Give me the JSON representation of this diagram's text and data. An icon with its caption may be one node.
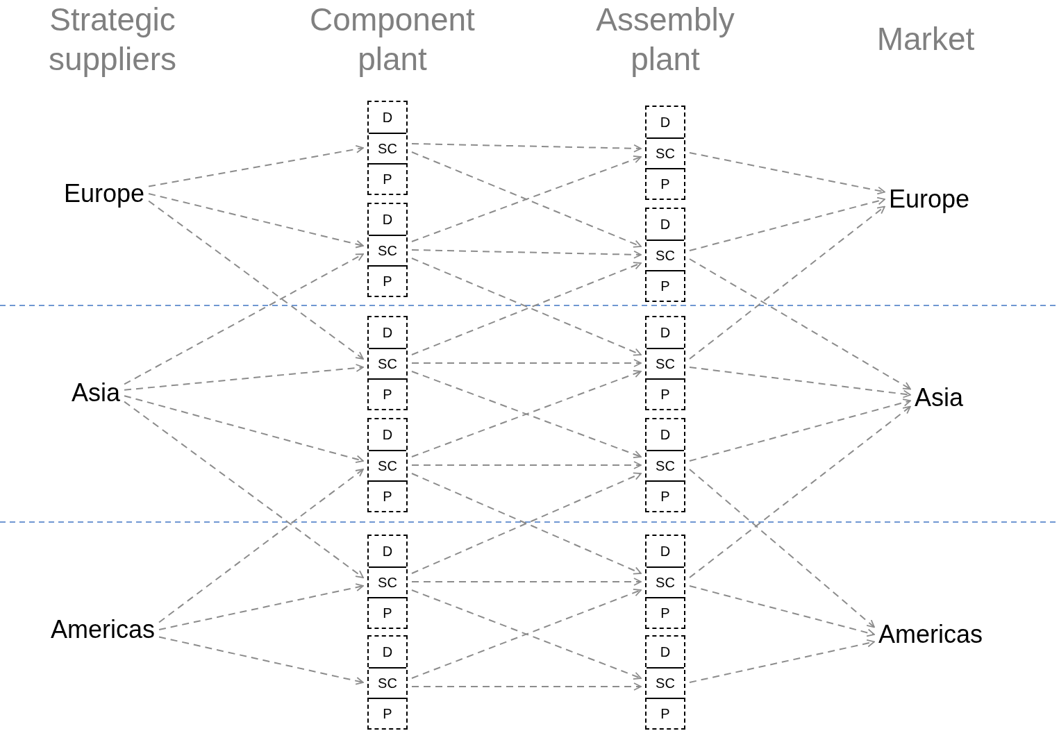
{
  "diagram": {
    "nodes": [
      {
        "text": [
          "Europe"
        ]
      },
      {
        "text": [
          "Asia"
        ]
      },
      {
        "text": [
          "Americas"
        ]
      },
      {
        "text": [],
        "shape": "box"
      },
      {
        "text": [
          "D"
        ],
        "in": 3
      },
      {
        "text": [
          "SC"
        ],
        "in": 3
      },
      {
        "text": [
          "P"
        ],
        "in": 3
      },
      {
        "text": [],
        "shape": "box"
      },
      {
        "text": [
          "D"
        ],
        "in": 7
      },
      {
        "text": [
          "SC"
        ],
        "in": 7
      },
      {
        "text": [
          "P"
        ],
        "in": 7
      },
      {
        "text": [],
        "shape": "box"
      },
      {
        "text": [
          "D"
        ],
        "in": 11
      },
      {
        "text": [
          "SC"
        ],
        "in": 11
      },
      {
        "text": [
          "P"
        ],
        "in": 11
      },
      {
        "text": [],
        "shape": "box"
      },
      {
        "text": [
          "D"
        ],
        "in": 15
      },
      {
        "text": [
          "SC"
        ],
        "in": 15
      },
      {
        "text": [
          "P"
        ],
        "in": 15
      },
      {
        "text": [],
        "shape": "box"
      },
      {
        "text": [
          "D"
        ],
        "in": 19
      },
      {
        "text": [
          "SC"
        ],
        "in": 19
      },
      {
        "text": [
          "P"
        ],
        "in": 19
      },
      {
        "text": [],
        "shape": "box"
      },
      {
        "text": [
          "D"
        ],
        "in": 23
      },
      {
        "text": [
          "SC"
        ],
        "in": 23
      },
      {
        "text": [
          "P"
        ],
        "in": 23
      },
      {
        "text": [],
        "shape": "box"
      },
      {
        "text": [
          "D"
        ],
        "in": 27
      },
      {
        "text": [
          "SC"
        ],
        "in": 27
      },
      {
        "text": [
          "P"
        ],
        "in": 27
      },
      {
        "text": [],
        "shape": "box"
      },
      {
        "text": [
          "D"
        ],
        "in": 31
      },
      {
        "text": [
          "SC"
        ],
        "in": 31
      },
      {
        "text": [
          "P"
        ],
        "in": 31
      },
      {
        "text": [],
        "shape": "box"
      },
      {
        "text": [
          "D"
        ],
        "in": 35
      },
      {
        "text": [
          "SC"
        ],
        "in": 35
      },
      {
        "text": [
          "P"
        ],
        "in": 35
      },
      {
        "text": [],
        "shape": "box"
      },
      {
        "text": [
          "D"
        ],
        "in": 39
      },
      {
        "text": [
          "SC"
        ],
        "in": 39
      },
      {
        "text": [
          "P"
        ],
        "in": 39
      },
      {
        "text": [],
        "shape": "box"
      },
      {
        "text": [
          "D"
        ],
        "in": 43
      },
      {
        "text": [
          "SC"
        ],
        "in": 43
      },
      {
        "text": [
          "P"
        ],
        "in": 43
      },
      {
        "text": [],
        "shape": "box"
      },
      {
        "text": [
          "D"
        ],
        "in": 47
      },
      {
        "text": [
          "SC"
        ],
        "in": 47
      },
      {
        "text": [
          "P"
        ],
        "in": 47
      },
      {
        "text": [
          "Europe"
        ]
      },
      {
        "text": [
          "Asia"
        ]
      },
      {
        "text": [
          "Americas"
        ]
      }
    ],
    "edges": [
      {
        "from": 0,
        "to": 3,
        "arrow": "to",
        "style": "dashed"
      },
      {
        "from": 0,
        "to": 7,
        "arrow": "to",
        "style": "dashed"
      },
      {
        "from": 0,
        "to": 11,
        "arrow": "to",
        "style": "dashed"
      },
      {
        "from": 1,
        "to": 7,
        "arrow": "to",
        "style": "dashed"
      },
      {
        "from": 1,
        "to": 11,
        "arrow": "to",
        "style": "dashed"
      },
      {
        "from": 1,
        "to": 15,
        "arrow": "to",
        "style": "dashed"
      },
      {
        "from": 1,
        "to": 19,
        "arrow": "to",
        "style": "dashed"
      },
      {
        "from": 2,
        "to": 15,
        "arrow": "to",
        "style": "dashed"
      },
      {
        "from": 2,
        "to": 19,
        "arrow": "to",
        "style": "dashed"
      },
      {
        "from": 2,
        "to": 23,
        "arrow": "to",
        "style": "dashed"
      },
      {
        "from": 3,
        "to": 27,
        "arrow": "to",
        "style": "dashed"
      },
      {
        "from": 3,
        "to": 31,
        "arrow": "to",
        "style": "dashed"
      },
      {
        "from": 7,
        "to": 27,
        "arrow": "to",
        "style": "dashed"
      },
      {
        "from": 7,
        "to": 31,
        "arrow": "to",
        "style": "dashed"
      },
      {
        "from": 7,
        "to": 35,
        "arrow": "to",
        "style": "dashed"
      },
      {
        "from": 11,
        "to": 31,
        "arrow": "to",
        "style": "dashed"
      },
      {
        "from": 11,
        "to": 35,
        "arrow": "to",
        "style": "dashed"
      },
      {
        "from": 11,
        "to": 39,
        "arrow": "to",
        "style": "dashed"
      },
      {
        "from": 15,
        "to": 35,
        "arrow": "to",
        "style": "dashed"
      },
      {
        "from": 15,
        "to": 39,
        "arrow": "to",
        "style": "dashed"
      },
      {
        "from": 15,
        "to": 43,
        "arrow": "to",
        "style": "dashed"
      },
      {
        "from": 19,
        "to": 39,
        "arrow": "to",
        "style": "dashed"
      },
      {
        "from": 19,
        "to": 43,
        "arrow": "to",
        "style": "dashed"
      },
      {
        "from": 19,
        "to": 47,
        "arrow": "to",
        "style": "dashed"
      },
      {
        "from": 23,
        "to": 43,
        "arrow": "to",
        "style": "dashed"
      },
      {
        "from": 23,
        "to": 47,
        "arrow": "to",
        "style": "dashed"
      },
      {
        "from": 27,
        "to": 51,
        "arrow": "to",
        "style": "dashed"
      },
      {
        "from": 31,
        "to": 51,
        "arrow": "to",
        "style": "dashed"
      },
      {
        "from": 31,
        "to": 52,
        "arrow": "to",
        "style": "dashed"
      },
      {
        "from": 35,
        "to": 51,
        "arrow": "to",
        "style": "dashed"
      },
      {
        "from": 35,
        "to": 52,
        "arrow": "to",
        "style": "dashed"
      },
      {
        "from": 39,
        "to": 52,
        "arrow": "to",
        "style": "dashed"
      },
      {
        "from": 39,
        "to": 53,
        "arrow": "to",
        "style": "dashed"
      },
      {
        "from": 43,
        "to": 52,
        "arrow": "to",
        "style": "dashed"
      },
      {
        "from": 43,
        "to": 53,
        "arrow": "to",
        "style": "dashed"
      },
      {
        "from": 47,
        "to": 53,
        "arrow": "to",
        "style": "dashed"
      }
    ],
    "labels": [
      "Strategic suppliers",
      "Component plant",
      "Assembly plant",
      "Market"
    ]
  }
}
